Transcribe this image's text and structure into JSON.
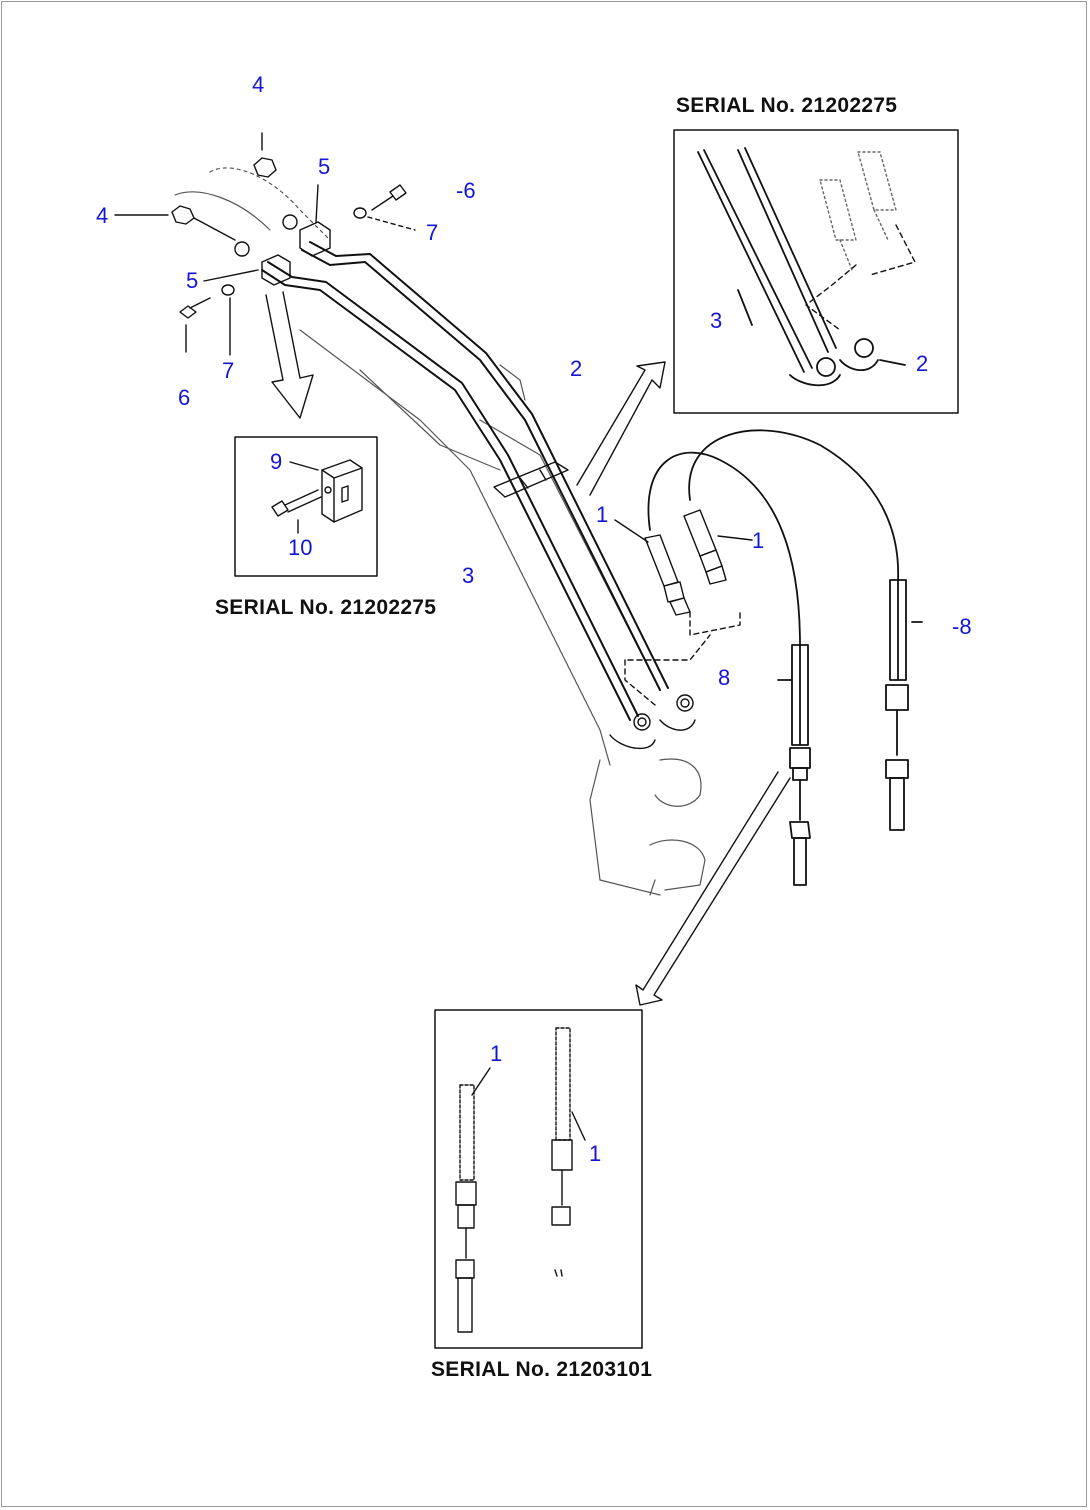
{
  "colors": {
    "callout": "#1515d6",
    "line": "#111111",
    "frame": "#9a9a9a"
  },
  "captions": {
    "inset_top_right": "SERIAL No. 21202275",
    "inset_left": "SERIAL No. 21202275",
    "inset_bottom": "SERIAL No. 21203101"
  },
  "callouts": {
    "c4_top": "4",
    "c5_top": "5",
    "c6_top": "-6",
    "c4_left": "4",
    "c7_top": "7",
    "c5_left": "5",
    "c7_left": "7",
    "c6_left": "6",
    "c2_main": "2",
    "c9_inset": "9",
    "c10_inset": "10",
    "c3_main": "3",
    "c1_a": "1",
    "c1_b": "1",
    "c8_mid": "8",
    "c8_right": "-8",
    "c3_inset": "3",
    "c2_inset": "2",
    "c1_bottom_a": "1",
    "c1_bottom_b": "1"
  }
}
